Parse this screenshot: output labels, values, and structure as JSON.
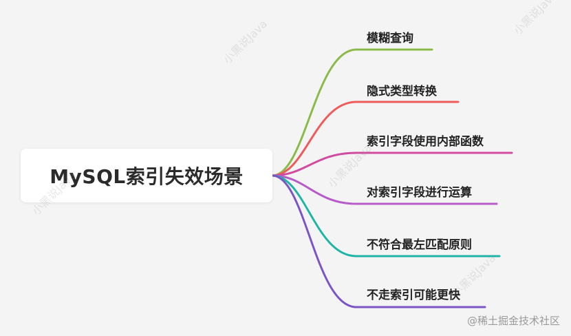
{
  "root": {
    "label": "MySQL索引失效场景"
  },
  "branches": [
    {
      "label": "模糊查询",
      "color": "#8bba4a"
    },
    {
      "label": "隐式类型转换",
      "color": "#ef5b5b"
    },
    {
      "label": "索引字段使用内部函数",
      "color": "#d14ba0"
    },
    {
      "label": "对索引字段进行运算",
      "color": "#b65bc8"
    },
    {
      "label": "不符合最左匹配原则",
      "color": "#1fb5a6"
    },
    {
      "label": "不走索引可能更快",
      "color": "#7b55c6"
    }
  ],
  "watermark": "小黑说Java",
  "credit": "@稀土掘金技术社区"
}
